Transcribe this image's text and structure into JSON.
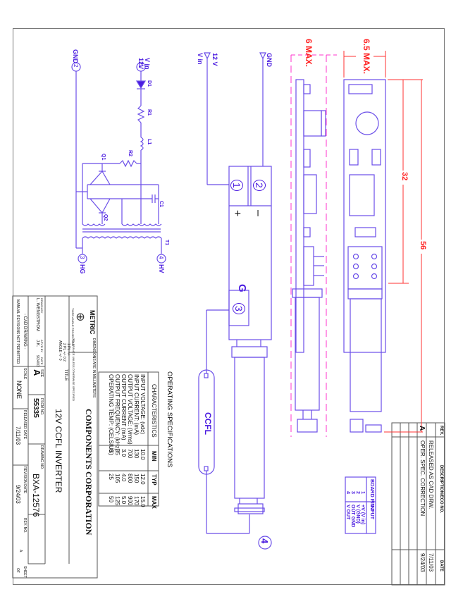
{
  "drawing": {
    "company": "COMPONENTS CORPORATION",
    "title_label": "TITLE",
    "title": "12V CCFL INVERTER",
    "size_label": "SIZE",
    "size": "A",
    "fscm_label": "FSCM NO.",
    "fscm": "55335",
    "drawing_no_label": "DRAWING NO.",
    "drawing_no": "BXA-12576",
    "scale_label": "SCALE",
    "scale": "NONE",
    "released_label": "RELEASED DATE",
    "released_date": "7/11/03",
    "revision_label": "REVISION DATE",
    "revision_date": "9/24/03",
    "rev_no_label": "REV. NO.",
    "rev_no": "A",
    "sheet_label": "SHEET",
    "sheet_of": "OF",
    "metric": "METRIC",
    "projection": "THIRD ANGLE PROJECTION",
    "dims_note": "DIMENSIONS ARE IN MILLIMETERS",
    "tolerance_note": "TOLERANCE UNLESS OTHERWISE SPECIFIED",
    "tol_1pl": "1 PL +/-",
    "tol_2pl": "2 PL +/-  0.2",
    "tol_angle": "ANGLE +/-  0",
    "drawn_by_label": "DRAWN BY",
    "drawn_by": "L. WENGSTROM",
    "apvd_by_label": "APV'D BY",
    "apvd_by": "J.K.",
    "date_label": "DATE",
    "apvd_date": "9/24/03",
    "cad_note": "- CAD DRAWING -",
    "manual_note": "MANUAL REVISIONS NOT PERMITTED"
  },
  "revisions": {
    "headers": [
      "REV.",
      "DESCRIPTION/ECO NO.",
      "DATE"
    ],
    "rows": [
      {
        "rev": "",
        "desc": "RELEASED AS CAD DRW.",
        "date": "7/11/03"
      },
      {
        "rev": "A",
        "desc": "OPER. SPEC. CORRECTION",
        "date": "9/24/03"
      }
    ]
  },
  "board_pins": {
    "headers": [
      "BOARD PIN #",
      "INPUT"
    ],
    "rows": [
      {
        "pin": "1",
        "input": "+V (V in)"
      },
      {
        "pin": "2",
        "input": "V (GND)"
      },
      {
        "pin": "3",
        "input": "OUT GND"
      },
      {
        "pin": "4",
        "input": "V OUT"
      }
    ]
  },
  "specs": {
    "title": "OPERATING SPECIFICATIONS",
    "headers": [
      "CHARACTERISTICS",
      "MIN",
      "TYP",
      "MAX"
    ],
    "rows": [
      {
        "name": "INPUT VOLTAGE: (vdc)",
        "min": "10.0",
        "typ": "12.0",
        "max": "15.0"
      },
      {
        "name": "INPUT CURRENT: (mA)",
        "min": "130",
        "typ": "150",
        "max": "170"
      },
      {
        "name": "OUTPUT VOLTAGE: (Vrms)",
        "min": "700",
        "typ": "800",
        "max": "900"
      },
      {
        "name": "OUTPUT CURRENT (mA)",
        "min": "3.0",
        "typ": "4.0",
        "max": "5.0"
      },
      {
        "name": "OUTPUT FREQUENCY: (kHz)",
        "min": "85",
        "typ": "105",
        "max": "125"
      },
      {
        "name": "OPERATING TEMP: (CELSIUS)",
        "min": "0",
        "typ": "25",
        "max": "50"
      }
    ]
  },
  "dimensions": {
    "width_side": "6 MAX.",
    "width_top": "6.5 MAX.",
    "board_length": "32",
    "overall_length": "56"
  },
  "schematic": {
    "vin": "V in",
    "vin_volt": "12V",
    "pin1": "1",
    "gnd": "GND",
    "pin2": "2",
    "pin3": "3",
    "pin4": "4",
    "hg": "HG",
    "hv": "HV",
    "d1": "D1",
    "r1": "R1",
    "l1": "L1",
    "r2": "R2",
    "q1": "Q1",
    "q2": "Q2",
    "c1": "C1",
    "t1": "T1"
  },
  "wiring": {
    "v12": "12 V",
    "vin": "V in",
    "gnd": "GND",
    "pin1": "1",
    "pin2": "2",
    "pin3": "3",
    "pin4": "4",
    "plus": "+",
    "minus": "–",
    "g": "G",
    "ccfl": "CCFL"
  },
  "colors": {
    "drawing_line": "#4b1ce0",
    "dimension": "#ff2020",
    "centerline": "#ff33cc",
    "frame": "#777777"
  }
}
